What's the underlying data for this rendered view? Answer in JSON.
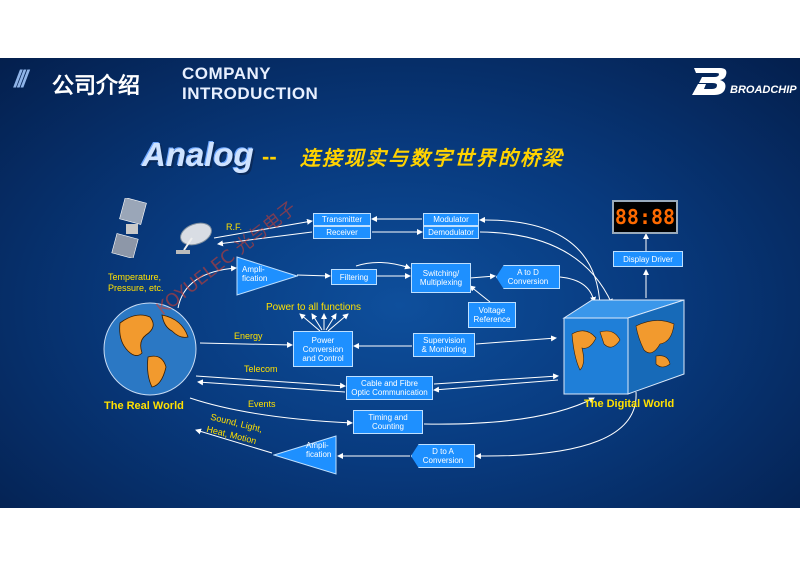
{
  "header": {
    "title_cn": "公司介绍",
    "title_en_line1": "COMPANY",
    "title_en_line2": "INTRODUCTION",
    "brand": "BROADCHIP"
  },
  "headline": {
    "analog": "Analog",
    "dash": "--",
    "subtitle": "连接现实与数字世界的桥梁"
  },
  "clock_display": "88:88",
  "labels": {
    "rf": "R.F.",
    "temperature": "Temperature,",
    "pressure": "Pressure, etc.",
    "power_all": "Power to all functions",
    "energy": "Energy",
    "telecom": "Telecom",
    "events": "Events",
    "sound1": "Sound, Light,",
    "sound2": "Heat, Motion",
    "real_world": "The Real World",
    "digital_world": "The Digital World"
  },
  "blocks": {
    "transmitter": "Transmitter",
    "receiver": "Receiver",
    "modulator": "Modulator",
    "demodulator": "Demodulator",
    "amp_in_1": "Ampli-",
    "amp_in_2": "fication",
    "filtering": "Filtering",
    "switching_1": "Switching/",
    "switching_2": "Multiplexing",
    "atod_1": "A to D",
    "atod_2": "Conversion",
    "vref_1": "Voltage",
    "vref_2": "Reference",
    "power_1": "Power",
    "power_2": "Conversion",
    "power_3": "and Control",
    "super_1": "Supervision",
    "super_2": "& Monitoring",
    "cable_1": "Cable and Fibre",
    "cable_2": "Optic Communication",
    "timing_1": "Timing and",
    "timing_2": "Counting",
    "amp_out_1": "Ampli-",
    "amp_out_2": "fication",
    "dtoa_1": "D to A",
    "dtoa_2": "Conversion",
    "display_driver": "Display  Driver"
  },
  "watermark": "KOYUELEC 光与电子"
}
